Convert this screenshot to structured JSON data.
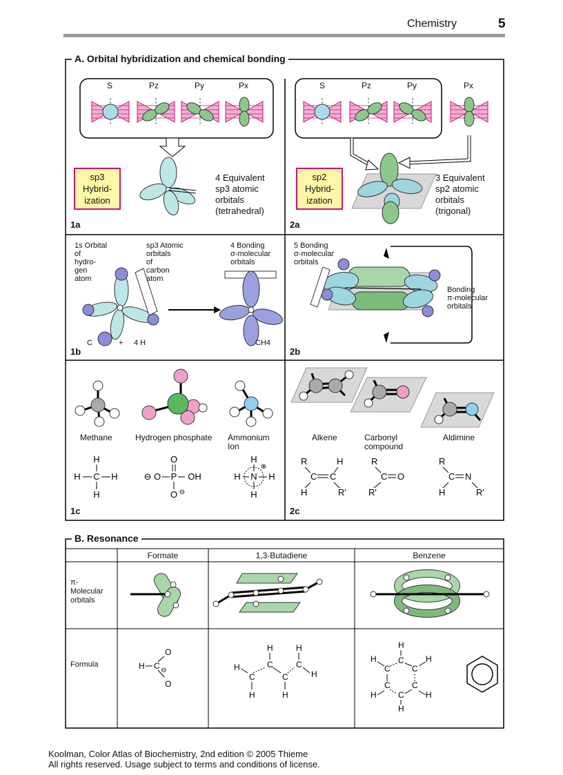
{
  "header": {
    "title": "Chemistry",
    "page_number": "5"
  },
  "sectionA": {
    "title": "A. Orbital hybridization and chemical bonding",
    "p1a": {
      "orbitals": [
        "S",
        "Pz",
        "Py",
        "Px"
      ],
      "hybrid_box": [
        "sp3",
        "Hybrid-",
        "ization"
      ],
      "desc": [
        "4 Equivalent",
        "sp3 atomic",
        "orbitals",
        "(tetrahedral)"
      ],
      "label": "1a"
    },
    "p2a": {
      "orbitals": [
        "S",
        "Pz",
        "Py",
        "Px"
      ],
      "hybrid_box": [
        "sp2",
        "Hybrid-",
        "ization"
      ],
      "desc": [
        "3 Equivalent",
        "sp2 atomic",
        "orbitals",
        "(trigonal)"
      ],
      "label": "2a"
    },
    "p1b": {
      "col1": [
        "1s Orbital",
        "of",
        "hydro-",
        "gen",
        "atom"
      ],
      "col2": [
        "sp3 Atomic",
        "orbitals",
        "of",
        "carbon",
        "atom"
      ],
      "col3": [
        "4 Bonding",
        "σ-molecular",
        "orbitals"
      ],
      "bottom_c": "C",
      "bottom_plus": "+",
      "bottom_4h": "4 H",
      "product": "CH4",
      "label": "1b"
    },
    "p2b": {
      "sigma": [
        "5 Bonding",
        "σ-molecular",
        "orbitals"
      ],
      "pi": [
        "Bonding",
        "π-molecular",
        "orbitals"
      ],
      "label": "2b"
    },
    "p1c": {
      "names": [
        [
          "Methane"
        ],
        [
          "Hydrogen phosphate"
        ],
        [
          "Ammonium",
          "Ion"
        ]
      ],
      "label": "1c"
    },
    "p2c": {
      "names": [
        [
          "Alkene"
        ],
        [
          "Carbonyl",
          "compound"
        ],
        [
          "Aldimine"
        ]
      ],
      "label": "2c"
    }
  },
  "sectionB": {
    "title": "B. Resonance",
    "columns": [
      "Formate",
      "1,3-Butadiene",
      "Benzene"
    ],
    "rows": [
      [
        "π-",
        "Molecular",
        "orbitals"
      ],
      [
        "Formula"
      ]
    ]
  },
  "footer": [
    "Koolman, Color Atlas of Biochemistry, 2nd edition © 2005 Thieme",
    "All rights reserved. Usage subject to terms and conditions of license."
  ],
  "colors": {
    "magenta": "#d0106e",
    "green_orbital": "#8cc88c",
    "cyan_orbital": "#a8dcdc",
    "blue_atom": "#8c8cd8",
    "pink_atom": "#f0a0c8",
    "gray_plane": "#d8d8d8",
    "hybrid_box_fill": "#fdf8a8"
  }
}
